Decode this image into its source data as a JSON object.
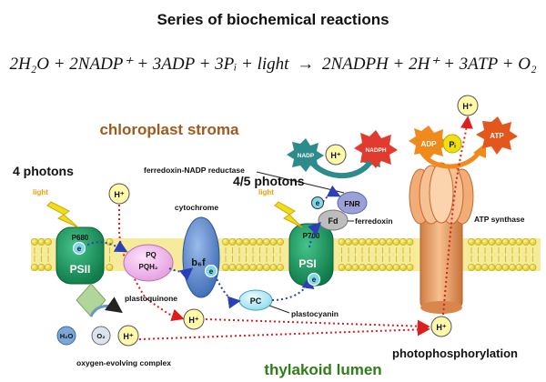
{
  "title": "Series of biochemical reactions",
  "equation": {
    "lhs": "2H₂O + 2NADP⁺ + 3ADP + 3Pᵢ + light",
    "arrow": "→",
    "rhs": "2NADPH + 2H⁺ + 3ATP + O₂"
  },
  "regions": {
    "stroma": "chloroplast stroma",
    "lumen": "thylakoid lumen"
  },
  "labels": {
    "photons_psii": "4 photons",
    "photons_psi": "4/5 photons",
    "light_1": "light",
    "light_2": "light",
    "p680": "P680",
    "psii": "PSII",
    "p700": "P700",
    "psi": "PSI",
    "cytochrome": "cytochrome",
    "b6f": "b₆f",
    "pq": "PQ",
    "pqh2": "PQH₂",
    "plastoquinone": "plastoquinone",
    "pc": "PC",
    "plastocyanin": "plastocyanin",
    "fd": "Fd",
    "ferredoxin": "ferredoxin",
    "fnr": "FNR",
    "ferredoxin_nadp_reductase": "ferredoxin-NADP reductase",
    "nadp": "NADP",
    "nadph": "NADPH",
    "adp": "ADP",
    "pi": "Pᵢ",
    "atp": "ATP",
    "atp_synthase": "ATP synthase",
    "h2o": "H₂O",
    "o2": "O₂",
    "oxygen_evolving_complex": "oxygen-evolving complex",
    "photophosphorylation": "photophosphorylation",
    "electron": "e",
    "proton": "H⁺"
  },
  "colors": {
    "membrane_head": "#e6d52a",
    "membrane_tail": "#c8b316",
    "psii_fill": "#1b9a63",
    "psi_fill": "#1b9a63",
    "b6f_fill": "#5d88c8",
    "pq_fill": "#f0b4ec",
    "pc_fill": "#bfeef6",
    "electron_fill": "#7fd8ea",
    "proton_fill": "#fff9a8",
    "atp_synthase_fill": "#f3b07b",
    "stroma_text": "#a05a1f",
    "lumen_text": "#2e7d16",
    "nadp_fill": "#2e8b8b",
    "nadph_fill": "#e23a2e",
    "adp_fill": "#f08a1c",
    "atp_fill": "#e4571c",
    "pi_fill": "#f0e010",
    "fd_fill": "#bdbdbd",
    "fnr_fill": "#9aa1d6",
    "oec_fill": "#b2d59a",
    "water_fill": "#7aa6d8",
    "red_path": "#dd1e1e",
    "blue_path": "#2a3fb8"
  }
}
